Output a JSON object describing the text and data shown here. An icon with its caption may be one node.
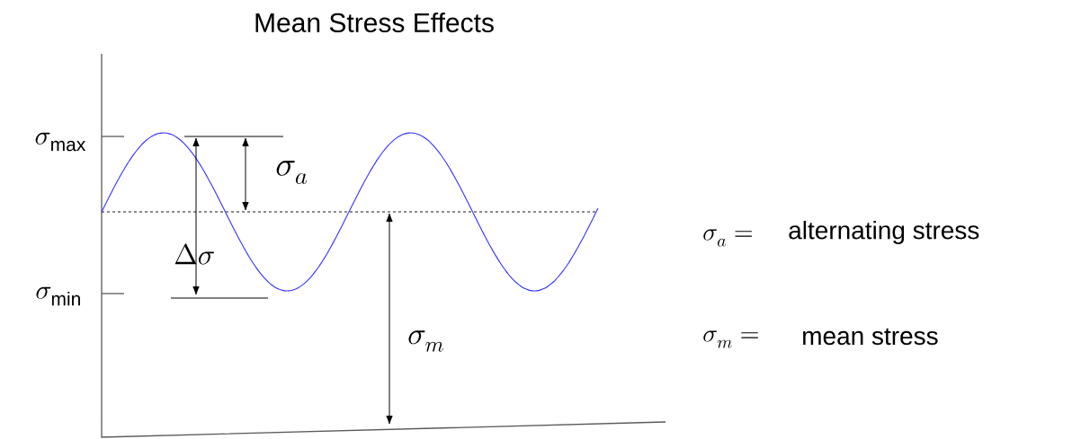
{
  "diagram": {
    "title": "Mean Stress Effects",
    "labels": [
      "\\sigma_{\\mathrm{max}}",
      "\\sigma_a",
      "\\Delta\\sigma",
      "\\sigma_{\\mathrm{min}}",
      "\\sigma_m",
      "\\sigma_a =",
      "alternating stress",
      "\\sigma_m =",
      "mean stress"
    ]
  }
}
